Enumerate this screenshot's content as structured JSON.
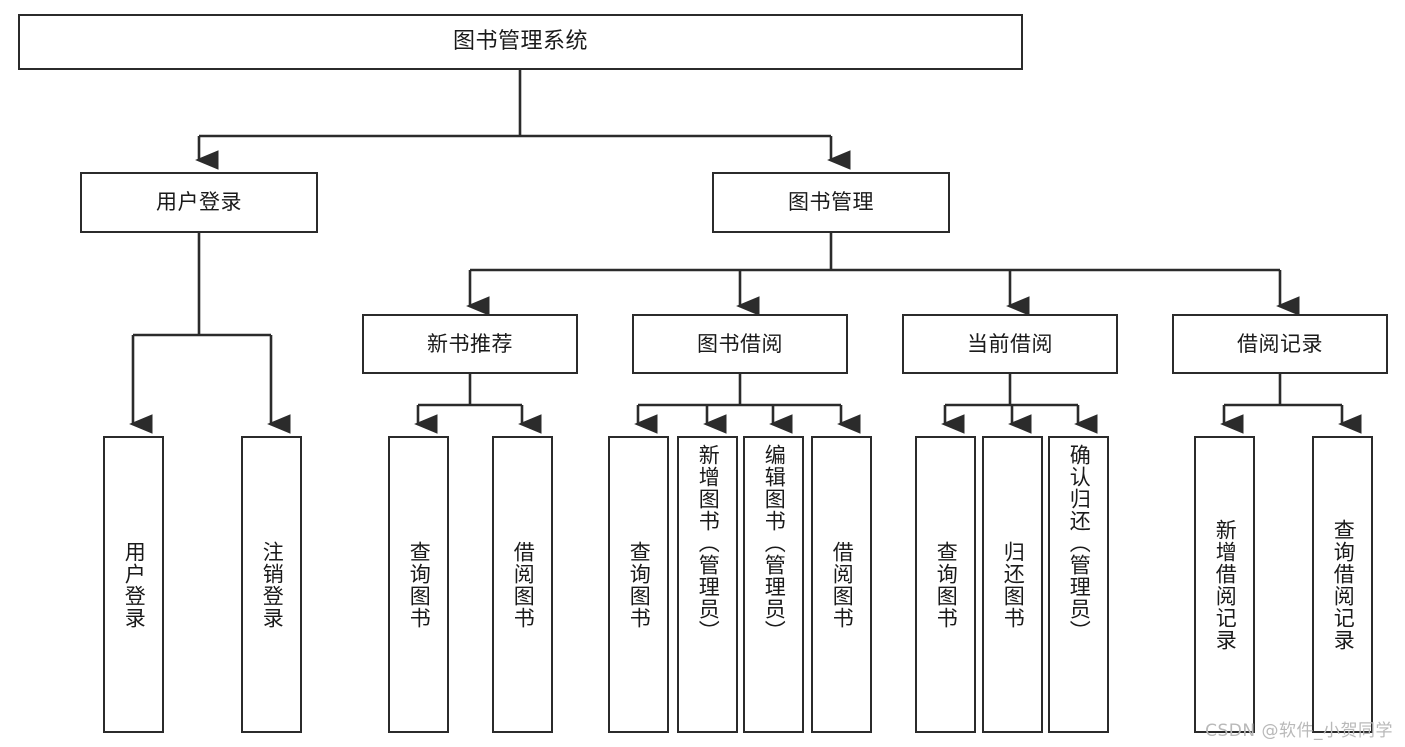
{
  "diagram": {
    "title": "图书管理系统",
    "type": "tree",
    "colors": {
      "background": "#ffffff",
      "node_border": "#2b2b2b",
      "node_fill": "#ffffff",
      "connector": "#2b2b2b",
      "text": "#1a1a1a",
      "watermark": "#b9b9b9"
    },
    "root": {
      "label": "图书管理系统"
    },
    "level2": [
      {
        "label": "用户登录"
      },
      {
        "label": "图书管理"
      }
    ],
    "level3": [
      {
        "label": "新书推荐"
      },
      {
        "label": "图书借阅"
      },
      {
        "label": "当前借阅"
      },
      {
        "label": "借阅记录"
      }
    ],
    "leaves": {
      "user_login": [
        {
          "label": "用户登录"
        },
        {
          "label": "注销登录"
        }
      ],
      "new_book_recommend": [
        {
          "label": "查询图书"
        },
        {
          "label": "借阅图书"
        }
      ],
      "book_borrow": [
        {
          "label": "查询图书"
        },
        {
          "label": "新增图书（管理员）"
        },
        {
          "label": "编辑图书（管理员）"
        },
        {
          "label": "借阅图书"
        }
      ],
      "current_borrow": [
        {
          "label": "查询图书"
        },
        {
          "label": "归还图书"
        },
        {
          "label": "确认归还（管理员）"
        }
      ],
      "borrow_record": [
        {
          "label": "新增借阅记录"
        },
        {
          "label": "查询借阅记录"
        }
      ]
    },
    "watermark": "CSDN @软件_小贺同学"
  }
}
